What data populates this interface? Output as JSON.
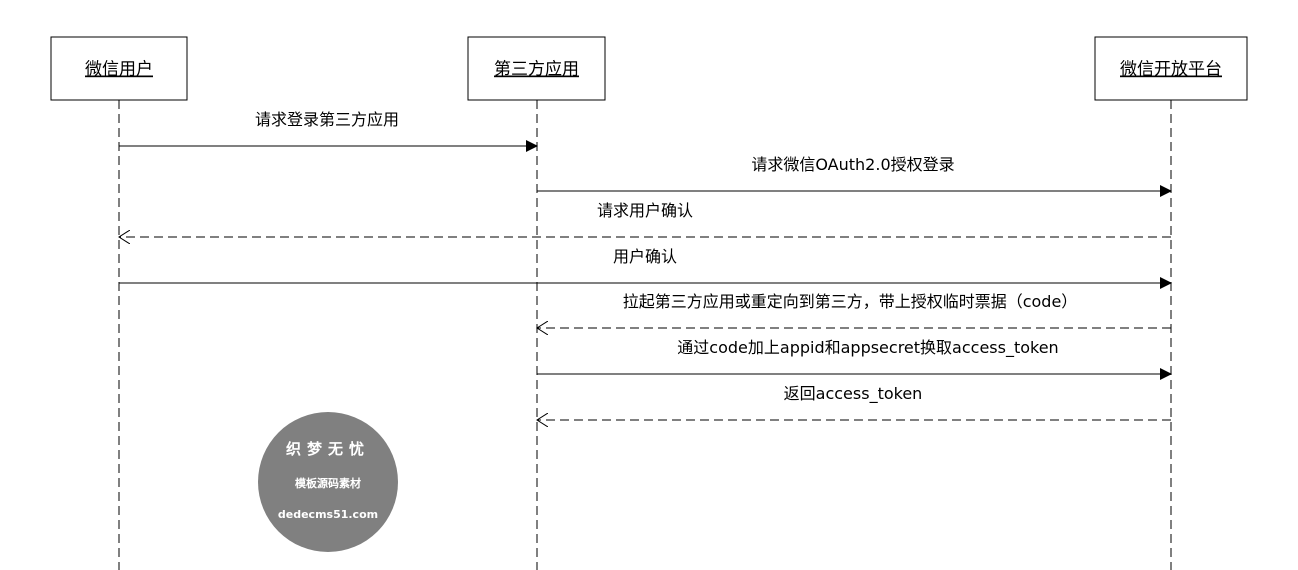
{
  "actors": [
    {
      "id": "user",
      "label": "微信用户"
    },
    {
      "id": "app",
      "label": "第三方应用"
    },
    {
      "id": "platform",
      "label": "微信开放平台"
    }
  ],
  "messages": [
    {
      "from": "user",
      "to": "app",
      "style": "solid",
      "label": "请求登录第三方应用"
    },
    {
      "from": "app",
      "to": "platform",
      "style": "solid",
      "label": "请求微信OAuth2.0授权登录"
    },
    {
      "from": "platform",
      "to": "user",
      "style": "dashed",
      "label": "请求用户确认"
    },
    {
      "from": "user",
      "to": "platform",
      "style": "solid",
      "label": "用户确认"
    },
    {
      "from": "platform",
      "to": "app",
      "style": "dashed",
      "label": "拉起第三方应用或重定向到第三方，带上授权临时票据（code）"
    },
    {
      "from": "app",
      "to": "platform",
      "style": "solid",
      "label": "通过code加上appid和appsecret换取access_token"
    },
    {
      "from": "platform",
      "to": "app",
      "style": "dashed",
      "label": "返回access_token"
    }
  ],
  "watermark": {
    "line1": "织梦无忧",
    "line2": "模板源码素材",
    "line3": "dedecms51.com",
    "color": "#808080"
  }
}
